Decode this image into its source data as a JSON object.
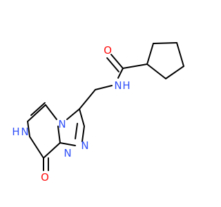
{
  "colors": {
    "bond": "#000000",
    "oxygen": "#ff0d0d",
    "nitrogen": "#3050f8",
    "background": "#ffffff"
  },
  "atoms": {
    "o_amide": {
      "text": "O"
    },
    "nh_amide": {
      "text": "N",
      "h": "H"
    },
    "n_bridge": {
      "text": "N"
    },
    "n_triazole_a": {
      "text": "N"
    },
    "n_triazole_b": {
      "text": "N"
    },
    "nh_ring": {
      "text": "N",
      "h": "H"
    },
    "o_ring": {
      "text": "O"
    }
  }
}
